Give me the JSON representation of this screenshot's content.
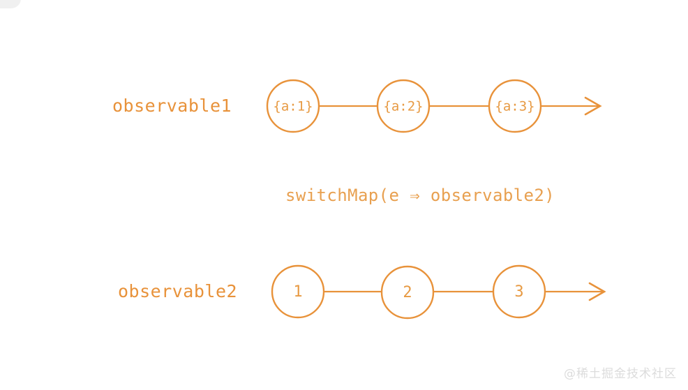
{
  "diagram": {
    "type": "marble-diagram",
    "background_color": "#ffffff",
    "accent_color": "#e8923a",
    "operator_label": "switchMap(e ⇒ observable2)",
    "streams": [
      {
        "id": "observable1",
        "label": "observable1",
        "marbles": [
          {
            "value": "{a:1}"
          },
          {
            "value": "{a:2}"
          },
          {
            "value": "{a:3}"
          }
        ]
      },
      {
        "id": "observable2",
        "label": "observable2",
        "marbles": [
          {
            "value": "1"
          },
          {
            "value": "2"
          },
          {
            "value": "3"
          }
        ]
      }
    ]
  },
  "watermark": {
    "text": "@稀土掘金技术社区",
    "color": "#dcdcdc"
  }
}
